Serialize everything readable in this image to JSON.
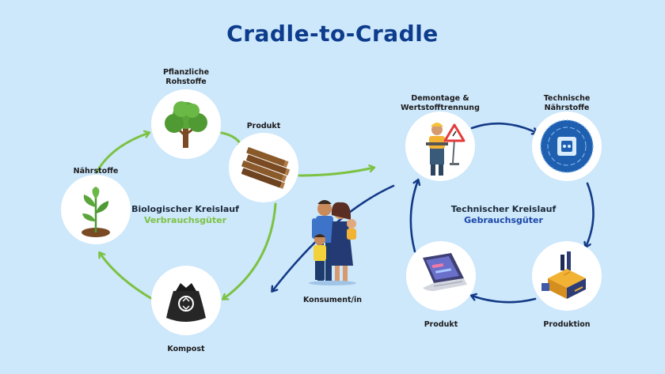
{
  "title": "Cradle-to-Cradle",
  "colors": {
    "background": "#cde7fb",
    "biological_arrow": "#7cc242",
    "technical_arrow": "#123a86",
    "title": "#0d3c8c",
    "technical_sub": "#1a46a8"
  },
  "biological": {
    "title": "Biologischer Kreislauf",
    "subtitle": "Verbrauchsgüter",
    "nodes": {
      "raw": {
        "label_line1": "Pflanzliche",
        "label_line2": "Rohstoffe",
        "icon": "tree-icon"
      },
      "product": {
        "label": "Produkt",
        "icon": "wood-planks-icon"
      },
      "compost": {
        "label": "Kompost",
        "icon": "compost-bag-icon"
      },
      "nutrients": {
        "label": "Nährstoffe",
        "icon": "seedling-icon"
      }
    }
  },
  "technical": {
    "title": "Technischer Kreislauf",
    "subtitle": "Gebrauchsgüter",
    "nodes": {
      "dismantling": {
        "label_line1": "Demontage &",
        "label_line2": "Wertstofftrennung",
        "icon": "worker-icon"
      },
      "nutrients": {
        "label_line1": "Technische",
        "label_line2": "Nährstoffe",
        "icon": "circuit-chip-icon"
      },
      "production": {
        "label": "Produktion",
        "icon": "factory-icon"
      },
      "product": {
        "label": "Produkt",
        "icon": "laptop-icon"
      }
    }
  },
  "consumer": {
    "label": "Konsument/in",
    "icon": "family-icon"
  }
}
